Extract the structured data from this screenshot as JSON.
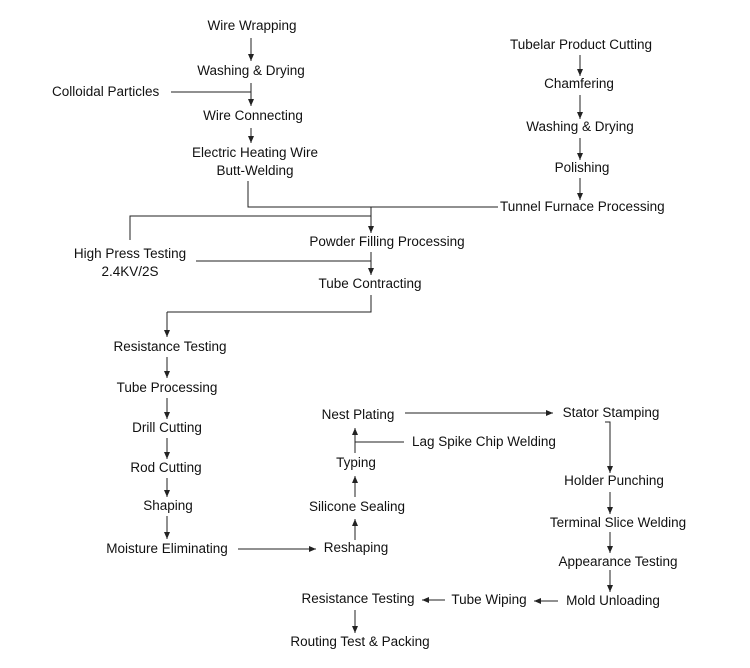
{
  "colors": {
    "line": "#222222",
    "text": "#111111",
    "background": "#ffffff"
  },
  "nodes": {
    "wire_wrapping": "Wire Wrapping",
    "washing_drying_1": "Washing & Drying",
    "colloidal_particles": "Colloidal Particles",
    "wire_connecting": "Wire Connecting",
    "electric_heating_wire": "Electric Heating Wire",
    "butt_welding": "Butt-Welding",
    "tubelar_product_cutting": "Tubelar Product Cutting",
    "chamfering": "Chamfering",
    "washing_drying_2": "Washing & Drying",
    "polishing": "Polishing",
    "tunnel_furnace_processing": "Tunnel Furnace Processing",
    "high_press_testing": "High Press Testing",
    "high_press_voltage": "2.4KV/2S",
    "powder_filling_processing": "Powder Filling Processing",
    "tube_contracting": "Tube Contracting",
    "resistance_testing_1": "Resistance Testing",
    "tube_processing": "Tube Processing",
    "drill_cutting": "Drill Cutting",
    "rod_cutting": "Rod Cutting",
    "shaping": "Shaping",
    "moisture_eliminating": "Moisture Eliminating",
    "reshaping": "Reshaping",
    "silicone_sealing": "Silicone Sealing",
    "typing": "Typing",
    "lag_spike_chip_welding": "Lag Spike Chip Welding",
    "nest_plating": "Nest Plating",
    "stator_stamping": "Stator Stamping",
    "holder_punching": "Holder Punching",
    "terminal_slice_welding": "Terminal Slice Welding",
    "appearance_testing": "Appearance Testing",
    "mold_unloading": "Mold Unloading",
    "tube_wiping": "Tube Wiping",
    "resistance_testing_2": "Resistance Testing",
    "routing_test_packing": "Routing Test & Packing"
  }
}
